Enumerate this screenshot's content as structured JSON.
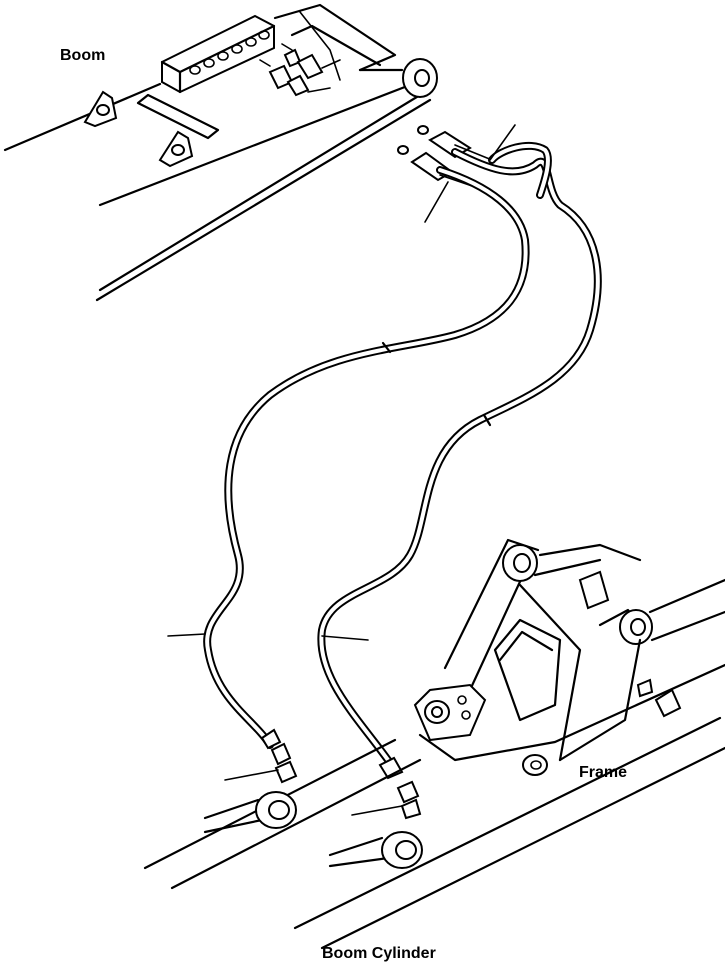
{
  "labels": {
    "boom": "Boom",
    "frame": "Frame",
    "boom_cylinder": "Boom Cylinder"
  }
}
